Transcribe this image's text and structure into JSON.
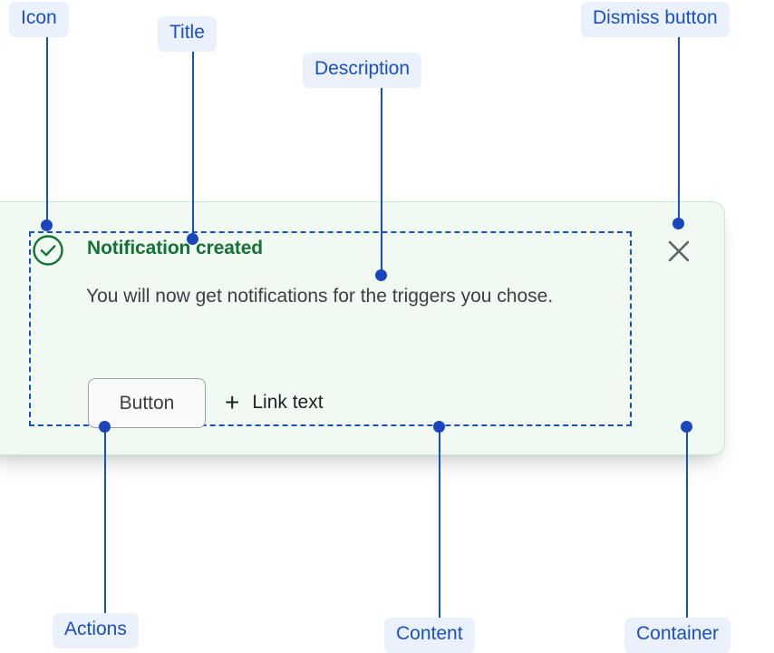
{
  "notification": {
    "icon": "check-circle-icon",
    "title": "Notification created",
    "description": "You will now get notifications for the triggers you chose.",
    "button_label": "Button",
    "link_plus": "+",
    "link_label": "Link text",
    "dismiss_icon": "close-icon",
    "colors": {
      "container_bg": "#f1f9f3",
      "container_border": "#c9e6d2",
      "title_green": "#137333",
      "body_text": "#3c4043",
      "button_border": "#9aa0a6",
      "button_bg": "#fafafa"
    }
  },
  "annotations": {
    "accent": "#1a4fc4",
    "label_bg": "#eaf1fd",
    "items": [
      {
        "id": "icon",
        "label": "Icon"
      },
      {
        "id": "title",
        "label": "Title"
      },
      {
        "id": "description",
        "label": "Description"
      },
      {
        "id": "dismiss-button",
        "label": "Dismiss button"
      },
      {
        "id": "actions",
        "label": "Actions"
      },
      {
        "id": "content",
        "label": "Content"
      },
      {
        "id": "container",
        "label": "Container"
      }
    ]
  }
}
